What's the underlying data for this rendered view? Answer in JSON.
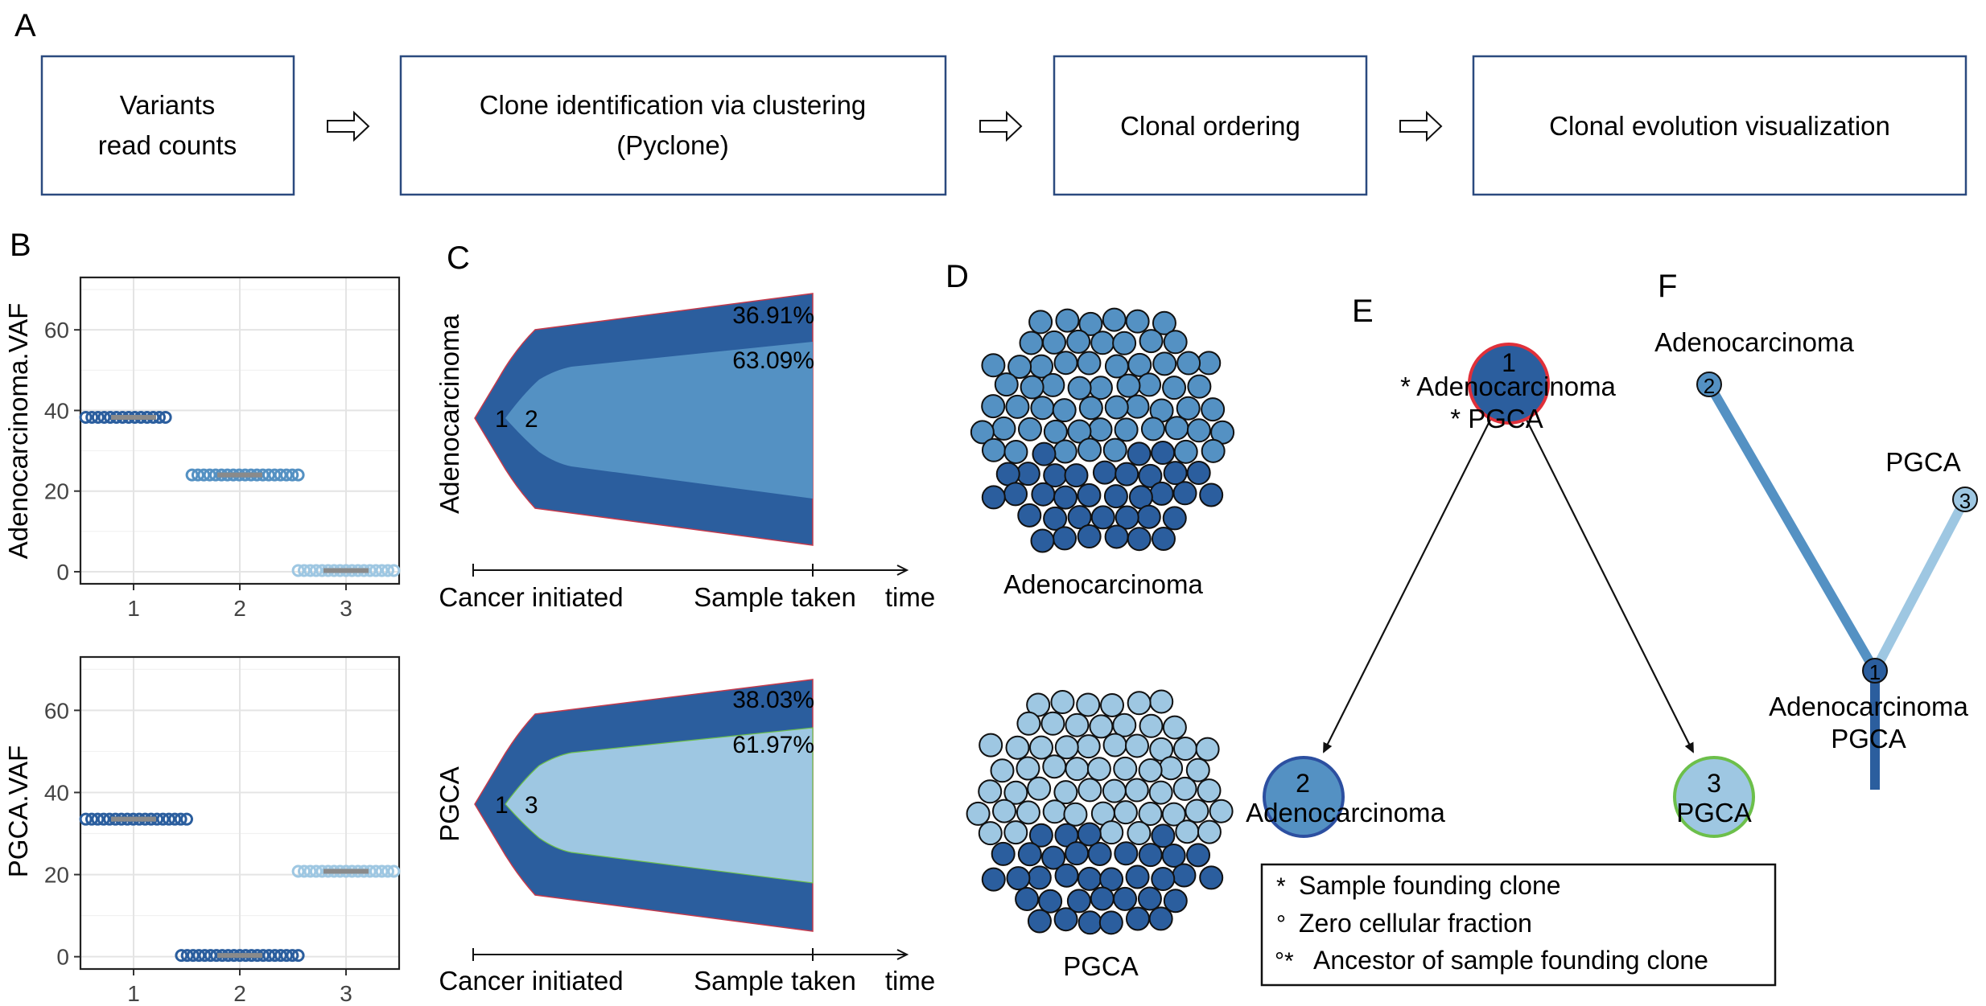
{
  "panels": {
    "A": "A",
    "B": "B",
    "C": "C",
    "D": "D",
    "E": "E",
    "F": "F"
  },
  "pipeline": {
    "steps": [
      [
        "Variants",
        "read counts"
      ],
      [
        "Clone identification via clustering",
        "(Pyclone)"
      ],
      [
        "Clonal ordering"
      ],
      [
        "Clonal evolution visualization"
      ]
    ]
  },
  "colors": {
    "clone1": "#2b5e9e",
    "clone2": "#5491c3",
    "clone3": "#9ec7e2",
    "box_border": "#2b4a7f",
    "root_ring": "#e0303a",
    "clone2_ring": "#2c4fa0",
    "clone3_ring": "#6cbf4a",
    "median_bar": "#8a8a8a"
  },
  "chart_data": [
    {
      "type": "scatter",
      "ylabel": "Adenocarcinoma.VAF",
      "xticks": [
        "1",
        "2",
        "3"
      ],
      "yticks": [
        "0",
        "20",
        "40",
        "60"
      ],
      "ylim": [
        -3,
        73
      ],
      "grid": true,
      "series": [
        {
          "cluster": 1,
          "vaf": 38.3,
          "x_range": [
            0.55,
            1.3
          ],
          "color": "#2b5e9e"
        },
        {
          "cluster": 2,
          "vaf": 24.0,
          "x_range": [
            1.55,
            2.55
          ],
          "color": "#5491c3"
        },
        {
          "cluster": 3,
          "vaf": 0.3,
          "x_range": [
            2.55,
            3.45
          ],
          "color": "#9ec7e2"
        }
      ]
    },
    {
      "type": "scatter",
      "ylabel": "PGCA.VAF",
      "xticks": [
        "1",
        "2",
        "3"
      ],
      "yticks": [
        "0",
        "20",
        "40",
        "60"
      ],
      "ylim": [
        -3,
        73
      ],
      "grid": true,
      "series": [
        {
          "cluster": 1,
          "vaf": 33.5,
          "x_range": [
            0.55,
            1.5
          ],
          "color": "#2b5e9e"
        },
        {
          "cluster": 2,
          "vaf": 0.3,
          "x_range": [
            1.45,
            2.55
          ],
          "color": "#2b5e9e"
        },
        {
          "cluster": 3,
          "vaf": 20.8,
          "x_range": [
            2.55,
            3.45
          ],
          "color": "#9ec7e2"
        }
      ]
    }
  ],
  "fishplots": [
    {
      "sample": "Adenocarcinoma",
      "root_clone": "1",
      "child_clone": "2",
      "pct_root": "36.91%",
      "pct_child": "63.09%",
      "child_color": "#5491c3",
      "axis": {
        "start": "Cancer initiated",
        "sample": "Sample taken",
        "time": "time"
      }
    },
    {
      "sample": "PGCA",
      "root_clone": "1",
      "child_clone": "3",
      "pct_root": "38.03%",
      "pct_child": "61.97%",
      "child_color": "#9ec7e2",
      "axis": {
        "start": "Cancer initiated",
        "sample": "Sample taken",
        "time": "time"
      }
    }
  ],
  "cell_populations": [
    {
      "label": "Adenocarcinoma",
      "root_fraction": 36.91,
      "child_fraction": 63.09,
      "child_color": "#5491c3"
    },
    {
      "label": "PGCA",
      "root_fraction": 38.03,
      "child_fraction": 61.97,
      "child_color": "#9ec7e2"
    }
  ],
  "tree_e": {
    "root": {
      "id": "1",
      "lines": [
        "* Adenocarcinoma",
        "* PGCA"
      ]
    },
    "left": {
      "id": "2",
      "label": "Adenocarcinoma"
    },
    "right": {
      "id": "3",
      "label": "PGCA"
    },
    "legend": [
      {
        "symbol": "*",
        "text": "Sample founding clone"
      },
      {
        "symbol": "°",
        "text": "Zero cellular fraction"
      },
      {
        "symbol": "°*",
        "text": "Ancestor of sample founding clone"
      }
    ]
  },
  "tree_f": {
    "root": {
      "id": "1",
      "lines": [
        "Adenocarcinoma",
        "PGCA"
      ]
    },
    "left": {
      "id": "2",
      "label": "Adenocarcinoma"
    },
    "right": {
      "id": "3",
      "label": "PGCA"
    }
  }
}
